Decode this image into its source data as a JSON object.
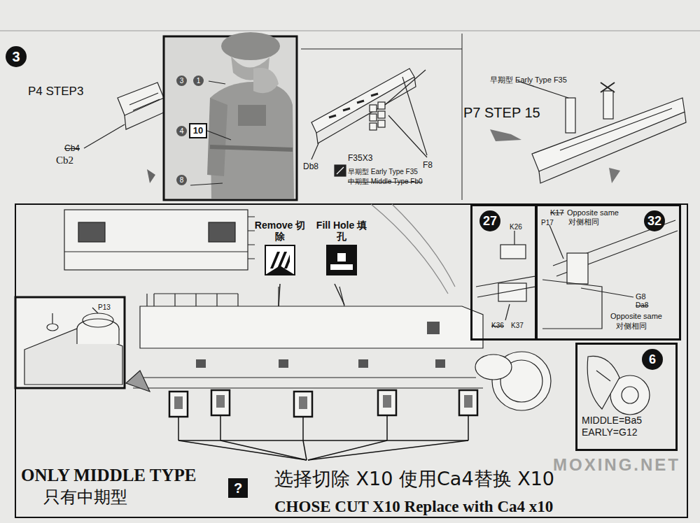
{
  "diagram": {
    "nodes": [
      {
        "text": [
          "3"
        ]
      },
      {
        "text": [
          "10"
        ]
      },
      {
        "text": [
          "27"
        ]
      },
      {
        "text": [
          "32"
        ]
      },
      {
        "text": [
          "6",
          "MIDDLE=Ba5 EARLY=G12"
        ]
      },
      {
        "text": [
          "Remove 切除"
        ]
      },
      {
        "text": [
          "Fill Hole 填孔"
        ]
      },
      {
        "text": [
          "?"
        ]
      }
    ],
    "labels": [
      "P4 STEP3",
      "Cb4",
      "Cb2",
      "3",
      "1",
      "4",
      "8",
      "Db8",
      "F35X3",
      "早期型 Early Type F35",
      "中期型 Middle Type Fb0",
      "F8",
      "早期型 Early Type F35",
      "P7 STEP 15",
      "P13",
      "K26",
      "K36",
      "K37",
      "K17",
      "Opposite same",
      "P17",
      "对侧相同",
      "G8",
      "Da8",
      "Opposite same",
      "对侧相同",
      "ONLY MIDDLE TYPE",
      "只有中期型",
      "选择切除 X10 使用Ca4替换 X10",
      "CHOSE CUT X10 Replace with Ca4 x10",
      "MOXING.NET"
    ]
  }
}
